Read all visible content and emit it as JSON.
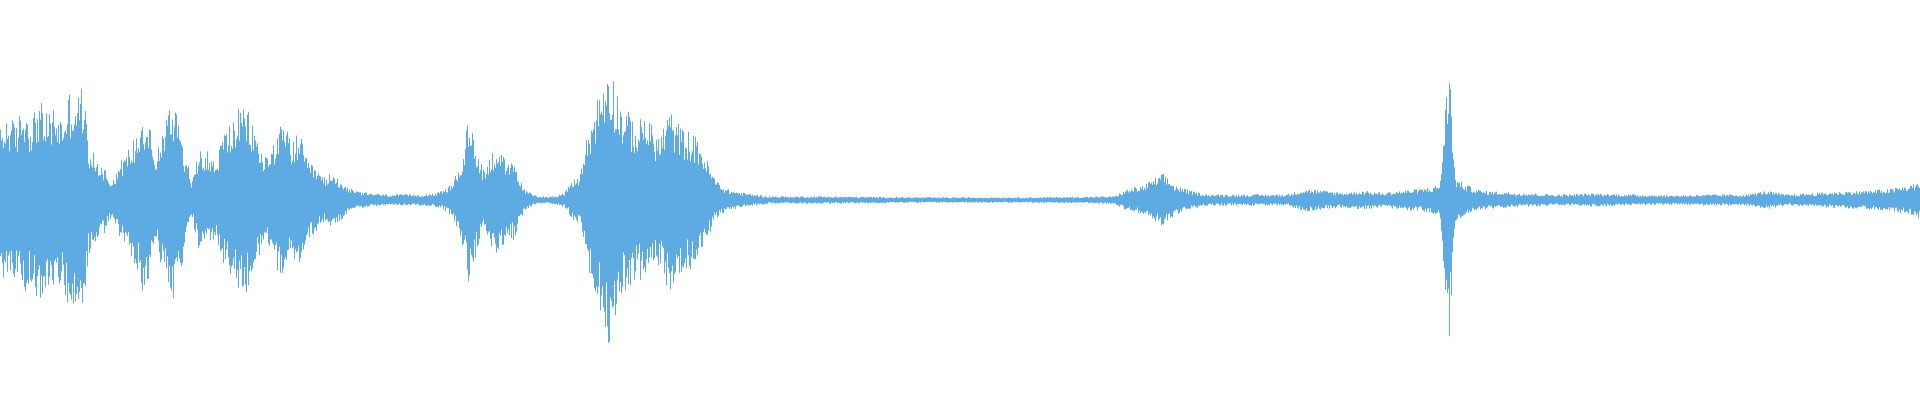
{
  "waveform": {
    "color": "#5dabe2",
    "background": "#ffffff",
    "duration_fraction_start": 0,
    "duration_fraction_end": 1,
    "envelope": [
      [
        0.0,
        0.38
      ],
      [
        0.004,
        0.46
      ],
      [
        0.008,
        0.4
      ],
      [
        0.012,
        0.52
      ],
      [
        0.016,
        0.44
      ],
      [
        0.02,
        0.54
      ],
      [
        0.024,
        0.46
      ],
      [
        0.028,
        0.5
      ],
      [
        0.032,
        0.44
      ],
      [
        0.036,
        0.58
      ],
      [
        0.04,
        0.56
      ],
      [
        0.043,
        0.62
      ],
      [
        0.046,
        0.3
      ],
      [
        0.05,
        0.22
      ],
      [
        0.054,
        0.18
      ],
      [
        0.058,
        0.1
      ],
      [
        0.062,
        0.2
      ],
      [
        0.066,
        0.26
      ],
      [
        0.07,
        0.34
      ],
      [
        0.074,
        0.48
      ],
      [
        0.078,
        0.44
      ],
      [
        0.08,
        0.2
      ],
      [
        0.084,
        0.36
      ],
      [
        0.088,
        0.5
      ],
      [
        0.092,
        0.54
      ],
      [
        0.096,
        0.26
      ],
      [
        0.1,
        0.1
      ],
      [
        0.104,
        0.3
      ],
      [
        0.108,
        0.26
      ],
      [
        0.112,
        0.2
      ],
      [
        0.116,
        0.36
      ],
      [
        0.12,
        0.42
      ],
      [
        0.124,
        0.48
      ],
      [
        0.128,
        0.5
      ],
      [
        0.132,
        0.4
      ],
      [
        0.136,
        0.26
      ],
      [
        0.14,
        0.24
      ],
      [
        0.144,
        0.38
      ],
      [
        0.148,
        0.4
      ],
      [
        0.152,
        0.32
      ],
      [
        0.156,
        0.36
      ],
      [
        0.16,
        0.2
      ],
      [
        0.164,
        0.18
      ],
      [
        0.168,
        0.12
      ],
      [
        0.172,
        0.14
      ],
      [
        0.176,
        0.12
      ],
      [
        0.18,
        0.08
      ],
      [
        0.184,
        0.05
      ],
      [
        0.19,
        0.04
      ],
      [
        0.2,
        0.03
      ],
      [
        0.21,
        0.03
      ],
      [
        0.22,
        0.03
      ],
      [
        0.228,
        0.04
      ],
      [
        0.232,
        0.06
      ],
      [
        0.236,
        0.1
      ],
      [
        0.24,
        0.2
      ],
      [
        0.244,
        0.44
      ],
      [
        0.248,
        0.3
      ],
      [
        0.252,
        0.16
      ],
      [
        0.256,
        0.26
      ],
      [
        0.26,
        0.3
      ],
      [
        0.264,
        0.18
      ],
      [
        0.268,
        0.22
      ],
      [
        0.27,
        0.12
      ],
      [
        0.274,
        0.05
      ],
      [
        0.28,
        0.02
      ],
      [
        0.288,
        0.02
      ],
      [
        0.294,
        0.04
      ],
      [
        0.298,
        0.1
      ],
      [
        0.302,
        0.14
      ],
      [
        0.306,
        0.36
      ],
      [
        0.31,
        0.52
      ],
      [
        0.314,
        0.64
      ],
      [
        0.317,
        0.76
      ],
      [
        0.32,
        0.64
      ],
      [
        0.324,
        0.5
      ],
      [
        0.328,
        0.46
      ],
      [
        0.332,
        0.4
      ],
      [
        0.336,
        0.48
      ],
      [
        0.34,
        0.38
      ],
      [
        0.344,
        0.34
      ],
      [
        0.348,
        0.5
      ],
      [
        0.352,
        0.42
      ],
      [
        0.356,
        0.38
      ],
      [
        0.36,
        0.36
      ],
      [
        0.364,
        0.32
      ],
      [
        0.368,
        0.22
      ],
      [
        0.372,
        0.12
      ],
      [
        0.378,
        0.06
      ],
      [
        0.386,
        0.04
      ],
      [
        0.394,
        0.03
      ],
      [
        0.4,
        0.02
      ],
      [
        0.43,
        0.02
      ],
      [
        0.48,
        0.015
      ],
      [
        0.54,
        0.015
      ],
      [
        0.58,
        0.02
      ],
      [
        0.588,
        0.06
      ],
      [
        0.596,
        0.08
      ],
      [
        0.602,
        0.12
      ],
      [
        0.606,
        0.14
      ],
      [
        0.612,
        0.08
      ],
      [
        0.62,
        0.05
      ],
      [
        0.63,
        0.03
      ],
      [
        0.65,
        0.03
      ],
      [
        0.67,
        0.03
      ],
      [
        0.68,
        0.06
      ],
      [
        0.69,
        0.05
      ],
      [
        0.7,
        0.04
      ],
      [
        0.71,
        0.05
      ],
      [
        0.72,
        0.04
      ],
      [
        0.73,
        0.05
      ],
      [
        0.74,
        0.06
      ],
      [
        0.75,
        0.08
      ],
      [
        0.755,
        0.78
      ],
      [
        0.758,
        0.12
      ],
      [
        0.764,
        0.08
      ],
      [
        0.772,
        0.05
      ],
      [
        0.79,
        0.04
      ],
      [
        0.81,
        0.03
      ],
      [
        0.83,
        0.035
      ],
      [
        0.85,
        0.03
      ],
      [
        0.87,
        0.025
      ],
      [
        0.89,
        0.03
      ],
      [
        0.91,
        0.03
      ],
      [
        0.92,
        0.05
      ],
      [
        0.93,
        0.03
      ],
      [
        0.95,
        0.04
      ],
      [
        0.97,
        0.05
      ],
      [
        0.985,
        0.06
      ],
      [
        0.995,
        0.08
      ],
      [
        1.0,
        0.1
      ]
    ]
  }
}
